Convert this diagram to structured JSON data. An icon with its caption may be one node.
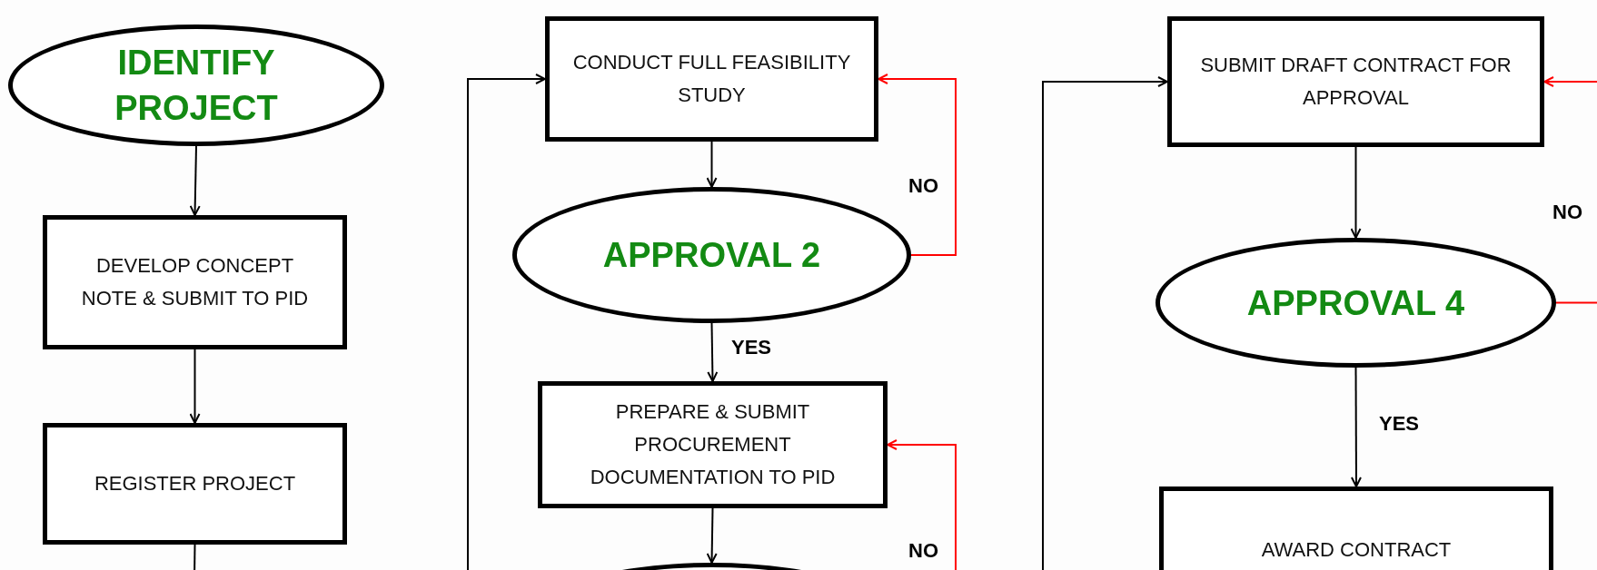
{
  "diagram": {
    "nodes": [
      {
        "text": [
          "IDENTIFY PROJECT"
        ]
      },
      {
        "text": [
          "DEVELOP CONCEPT NOTE & SUBMIT TO PID"
        ]
      },
      {
        "text": [
          "REGISTER PROJECT"
        ]
      },
      {
        "text": [
          "CONDUCT FULL FEASIBILITY STUDY"
        ]
      },
      {
        "text": [
          "APPROVAL 2"
        ]
      },
      {
        "text": [
          "PREPARE & SUBMIT PROCUREMENT DOCUMENTATION TO PID"
        ]
      },
      {
        "text": [],
        "shape": "ellipse"
      },
      {
        "text": [
          "SUBMIT DRAFT CONTRACT FOR APPROVAL"
        ]
      },
      {
        "text": [
          "APPROVAL 4"
        ]
      },
      {
        "text": [
          "AWARD CONTRACT"
        ]
      }
    ],
    "edges": [
      {
        "from": 0,
        "to": 1,
        "arrow": "to"
      },
      {
        "from": 1,
        "to": 2,
        "arrow": "to"
      },
      {
        "from": 2,
        "to": null,
        "arrow": "none"
      },
      {
        "from": null,
        "to": 3,
        "arrow": "to"
      },
      {
        "from": 3,
        "to": 4,
        "arrow": "to"
      },
      {
        "from": 4,
        "to": 5,
        "arrow": "to",
        "label": "YES"
      },
      {
        "from": 4,
        "to": 3,
        "arrow": "to",
        "label": "NO",
        "color": "#ff0000"
      },
      {
        "from": 5,
        "to": 6,
        "arrow": "to"
      },
      {
        "from": null,
        "to": 5,
        "arrow": "to",
        "label": "NO",
        "color": "#ff0000"
      },
      {
        "from": null,
        "to": 7,
        "arrow": "to"
      },
      {
        "from": 7,
        "to": 8,
        "arrow": "to"
      },
      {
        "from": 8,
        "to": 9,
        "arrow": "to",
        "label": "YES"
      },
      {
        "from": 8,
        "to": 7,
        "arrow": "to",
        "label": "NO",
        "color": "#ff0000"
      }
    ]
  }
}
